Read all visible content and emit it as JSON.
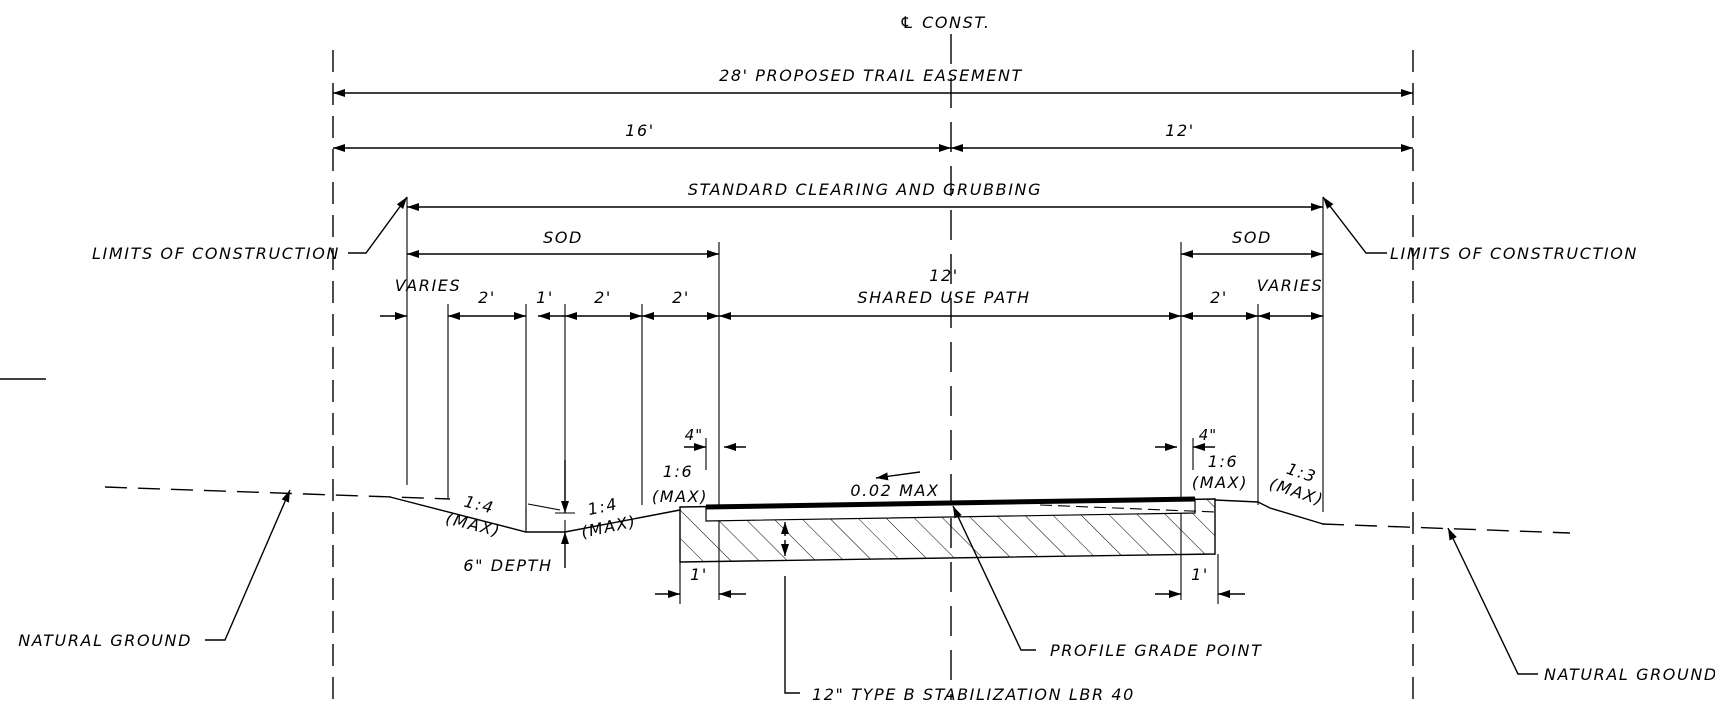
{
  "labels": {
    "centerline": "℄ CONST.",
    "easement": "28' PROPOSED TRAIL EASEMENT",
    "dim_left": "16'",
    "dim_right": "12'",
    "clearing": "STANDARD CLEARING AND GRUBBING",
    "limits_left": "LIMITS OF CONSTRUCTION",
    "limits_right": "LIMITS OF CONSTRUCTION",
    "sod_left": "SOD",
    "sod_right": "SOD",
    "path_width": "12'",
    "path_name": "SHARED USE PATH",
    "varies_left": "VARIES",
    "varies_right": "VARIES",
    "dim_2a": "2'",
    "dim_1": "1'",
    "dim_2b": "2'",
    "dim_2c": "2'",
    "dim_2_right": "2'",
    "offset_left": "4\"",
    "offset_right": "4\"",
    "slope_16_left": "1:6",
    "slope_16_left_max": "(MAX)",
    "slope_16_right": "1:6",
    "slope_16_right_max": "(MAX)",
    "slope_14a": "1:4",
    "slope_14a_max": "(MAX)",
    "slope_14b": "1:4",
    "slope_14b_max": "(MAX)",
    "slope_13": "1:3",
    "slope_13_max": "(MAX)",
    "cross_slope": "0.02 MAX",
    "depth": "6\" DEPTH",
    "shoulder_left": "1'",
    "shoulder_right": "1'",
    "natural_ground_left": "NATURAL GROUND",
    "natural_ground_right": "NATURAL GROUND",
    "profile_grade": "PROFILE GRADE POINT",
    "stabilization": "12\" TYPE B STABILIZATION LBR 40"
  }
}
